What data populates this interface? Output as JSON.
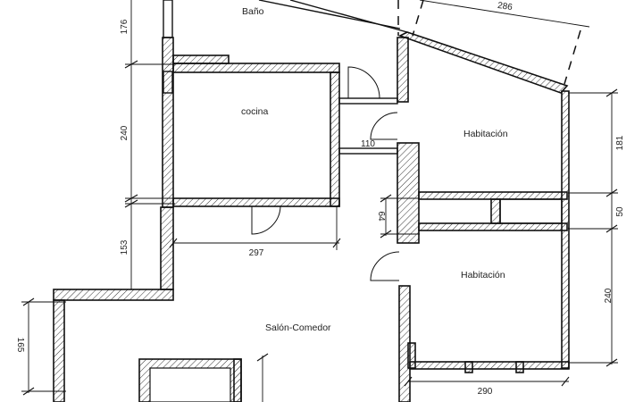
{
  "rooms": {
    "bano": "Baño",
    "cocina": "cocina",
    "habitacion_1": "Habitación",
    "habitacion_2": "Habitación",
    "salon": "Salón-Comedor"
  },
  "dimensions": {
    "d176": "176",
    "d240_left": "240",
    "d153": "153",
    "d165": "165",
    "d297": "297",
    "d110": "110",
    "d64": "64",
    "d286": "286",
    "d181": "181",
    "d50": "50",
    "d240_right": "240",
    "d290": "290"
  },
  "colors": {
    "line": "#111111",
    "background": "#ffffff"
  }
}
